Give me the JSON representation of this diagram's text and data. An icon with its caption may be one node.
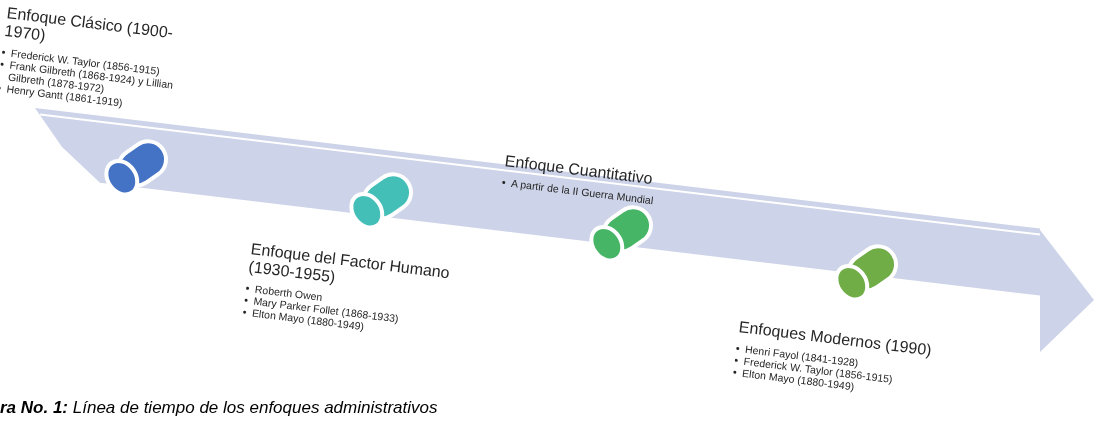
{
  "diagram": {
    "nodes": [
      {
        "text": [
          "Enfoque Clásico (1900-1970)",
          "Frederick W. Taylor (1856-1915)",
          "Frank Gilbreth (1868-1924) y Lillian Gilbreth (1878-1972)",
          "Henry Gantt (1861-1919)"
        ]
      },
      {
        "text": [
          "Enfoque del Factor Humano (1930-1955)",
          "Roberth Owen",
          "Mary Parker Follet (1868-1933)",
          "Elton Mayo (1880-1949)"
        ]
      },
      {
        "text": [
          "Enfoque Cuantitativo",
          "A partir de la II Guerra Mundial"
        ]
      },
      {
        "text": [
          "Enfoques Modernos (1990)",
          "Henri Fayol (1841-1928)",
          "Frederick W. Taylor (1856-1915)",
          "Elton Mayo (1880-1949)"
        ]
      }
    ],
    "caption": "**ra No. 1:** Línea de tiempo de los enfoques administrativos"
  }
}
